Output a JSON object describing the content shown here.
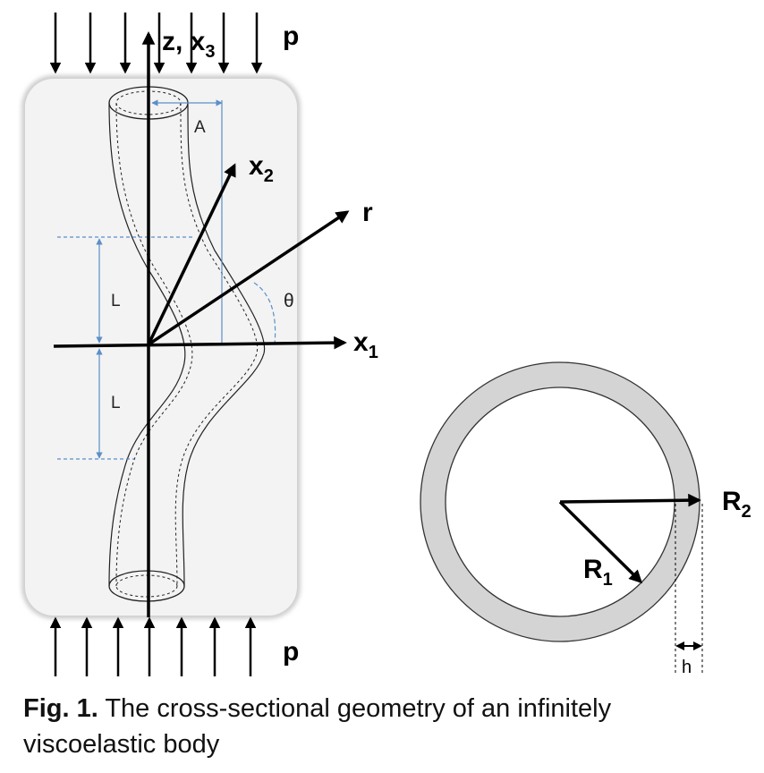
{
  "labels": {
    "pressure_top": "p",
    "pressure_bottom": "p",
    "axis_z": "z, x",
    "axis_z_sub": "3",
    "axis_x1": "x",
    "axis_x1_sub": "1",
    "axis_x2": "x",
    "axis_x2_sub": "2",
    "axis_r": "r",
    "amplitude": "A",
    "theta": "θ",
    "half_wavelength_upper": "L",
    "half_wavelength_lower": "L",
    "radius_inner": "R",
    "radius_inner_sub": "1",
    "radius_outer": "R",
    "radius_outer_sub": "2",
    "thickness": "h"
  },
  "caption": {
    "number": "Fig. 1.",
    "text": "The cross-sectional geometry of an infinitely viscoelastic body"
  },
  "colors": {
    "ring_fill": "#d4d4d4",
    "body_fill": "#f3f3f3",
    "dimension_blue": "#5b8fc8"
  }
}
